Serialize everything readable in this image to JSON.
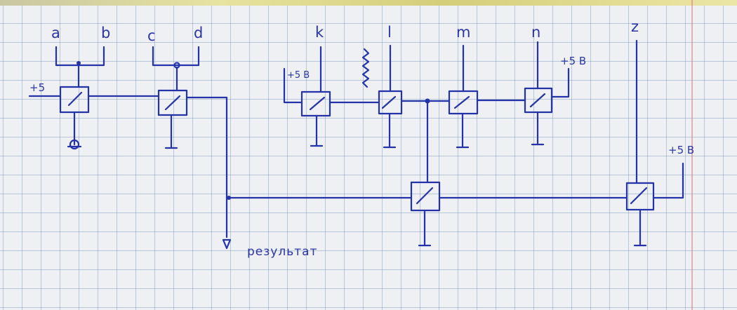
{
  "labels": {
    "a": "a",
    "b": "b",
    "c": "c",
    "d": "d",
    "k": "k",
    "l": "l",
    "m": "m",
    "n": "n",
    "z": "z"
  },
  "supplies": {
    "input_left": "+5",
    "k_supply": "+5 В",
    "n_supply": "+5 В",
    "z_supply": "+5 В"
  },
  "output_label": "результат",
  "colors": {
    "ink": "#2433a8",
    "grid": "#7692be",
    "paper": "#eef0f3"
  }
}
